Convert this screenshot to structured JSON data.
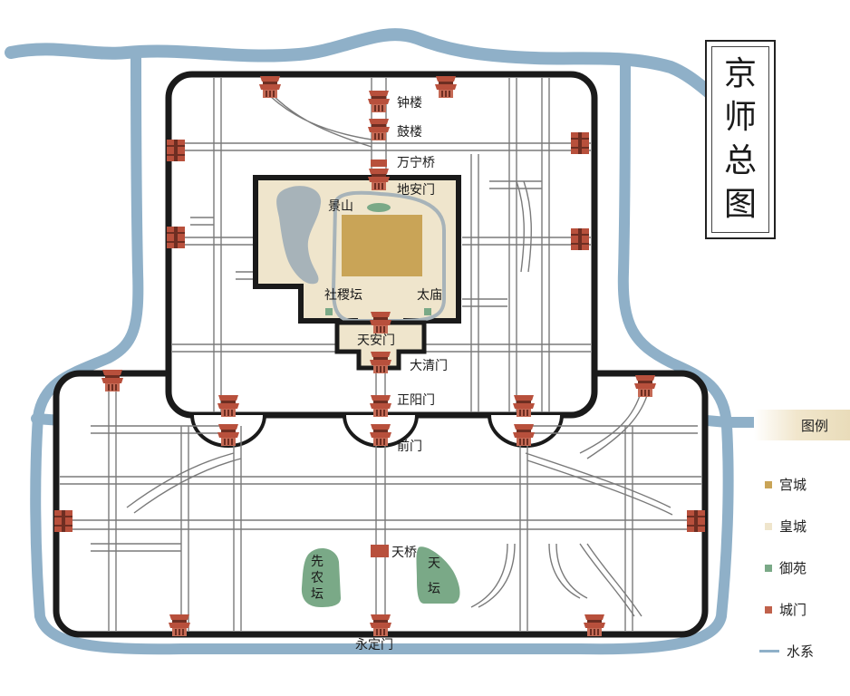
{
  "title": [
    "京",
    "师",
    "总",
    "图"
  ],
  "labels": {
    "zhonglou": "钟楼",
    "gulou": "鼓楼",
    "wanningqiao": "万宁桥",
    "dianmen": "地安门",
    "jingshan": "景山",
    "shejitan": "社稷坛",
    "taimiao": "太庙",
    "tiananmen": "天安门",
    "daqingmen": "大清门",
    "zhengyangmen": "正阳门",
    "qianmen": "前门",
    "tianqiao": "天桥",
    "xiannongtan": "先农坛",
    "tiantan": "天坛",
    "yongdingmen": "永定门"
  },
  "legend": {
    "heading": "图例",
    "items": [
      {
        "label": "宫城",
        "color": "#c9a457",
        "kind": "square"
      },
      {
        "label": "皇城",
        "color": "#efe5cc",
        "kind": "square"
      },
      {
        "label": "御苑",
        "color": "#7aa987",
        "kind": "square"
      },
      {
        "label": "城门",
        "color": "#c0614b",
        "kind": "square"
      },
      {
        "label": "水系",
        "color": "#8fb0c8",
        "kind": "line"
      }
    ]
  },
  "colors": {
    "water": "#8fb0c8",
    "wall": "#1a1a1a",
    "road": "#7a7a7a",
    "gate": "#b8503c",
    "palace": "#c9a457",
    "imperial_city": "#efe5cc",
    "garden": "#7aa987",
    "lake": "#a7b3b9"
  }
}
